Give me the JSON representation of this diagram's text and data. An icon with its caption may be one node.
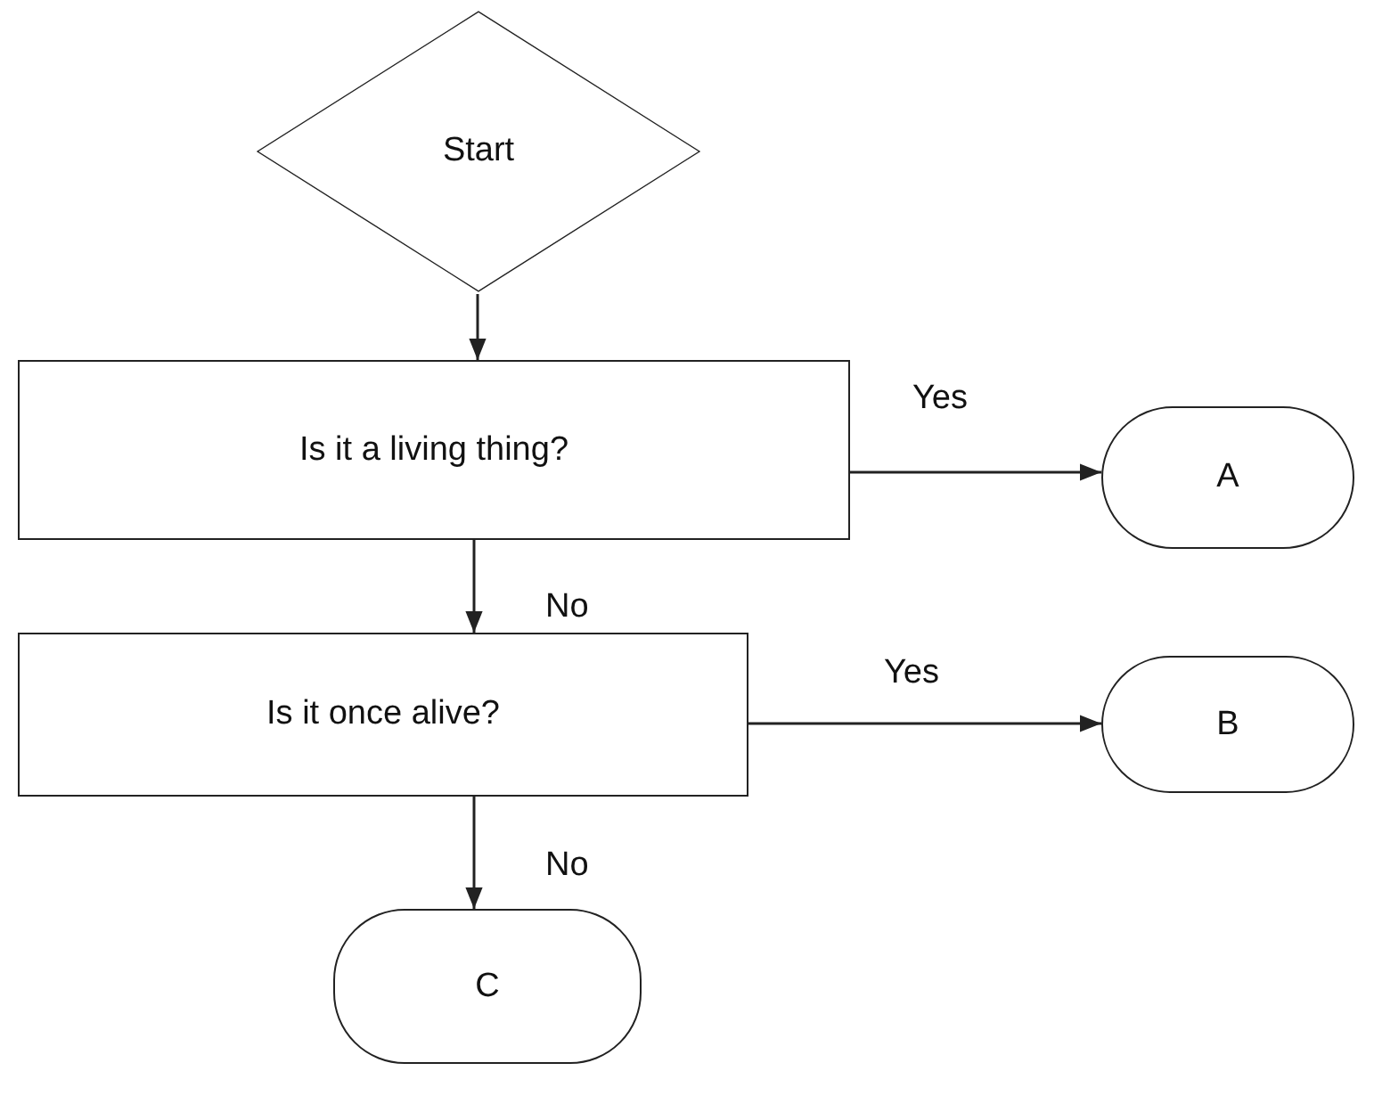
{
  "diagram": {
    "nodes": [
      {
        "text": [
          "Start"
        ]
      },
      {
        "text": [
          "Is it a living thing?"
        ]
      },
      {
        "text": [
          "A"
        ]
      },
      {
        "text": [
          "Is it once alive?"
        ]
      },
      {
        "text": [
          "B"
        ]
      },
      {
        "text": [
          "C"
        ]
      }
    ],
    "edges": [
      {
        "from": 0,
        "to": 1,
        "arrow": "to"
      },
      {
        "from": 1,
        "to": 2,
        "arrow": "to",
        "label": "Yes"
      },
      {
        "from": 1,
        "to": 3,
        "arrow": "to",
        "label": "No"
      },
      {
        "from": 3,
        "to": 4,
        "arrow": "to",
        "label": "Yes"
      },
      {
        "from": 3,
        "to": 5,
        "arrow": "to",
        "label": "No"
      }
    ]
  }
}
